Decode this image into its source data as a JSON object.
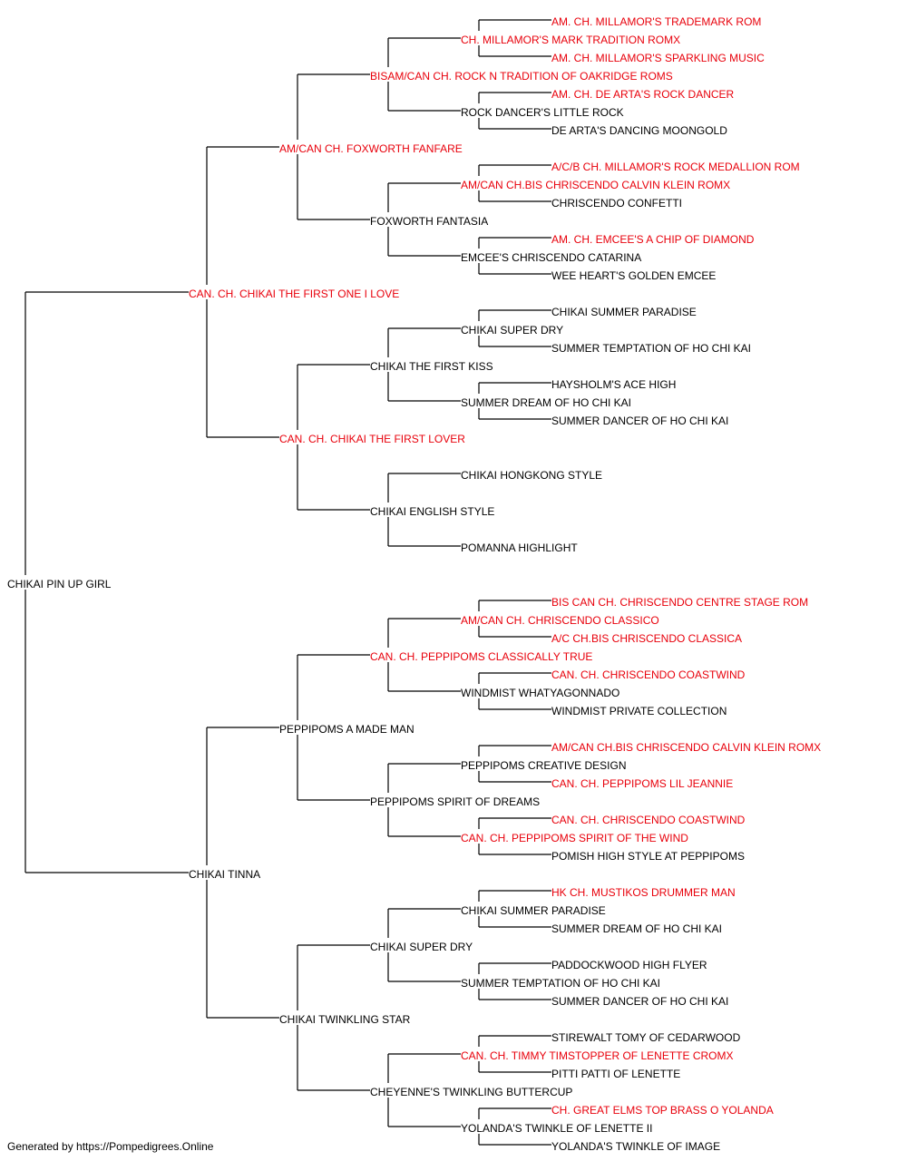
{
  "colors": {
    "champion": "#e8000b",
    "normal": "#000000",
    "line": "#000000"
  },
  "pedigree": {
    "name": "CHIKAI PIN UP GIRL",
    "champion": false,
    "sire": {
      "name": "CAN. CH. CHIKAI THE FIRST ONE I LOVE",
      "champion": true,
      "sire": {
        "name": "AM/CAN CH. FOXWORTH FANFARE",
        "champion": true,
        "sire": {
          "name": "BISAM/CAN CH. ROCK N TRADITION OF OAKRIDGE ROMS",
          "champion": true,
          "sire": {
            "name": "CH. MILLAMOR'S MARK TRADITION ROMX",
            "champion": true,
            "sire": {
              "name": "AM. CH. MILLAMOR'S TRADEMARK ROM",
              "champion": true
            },
            "dam": {
              "name": "AM. CH. MILLAMOR'S SPARKLING MUSIC",
              "champion": true
            }
          },
          "dam": {
            "name": "ROCK DANCER'S LITTLE ROCK",
            "champion": false,
            "sire": {
              "name": "AM. CH. DE ARTA'S ROCK DANCER",
              "champion": true
            },
            "dam": {
              "name": "DE ARTA'S DANCING MOONGOLD",
              "champion": false
            }
          }
        },
        "dam": {
          "name": "FOXWORTH FANTASIA",
          "champion": false,
          "sire": {
            "name": "AM/CAN CH.BIS CHRISCENDO CALVIN KLEIN ROMX",
            "champion": true,
            "sire": {
              "name": "A/C/B CH. MILLAMOR'S ROCK MEDALLION ROM",
              "champion": true
            },
            "dam": {
              "name": "CHRISCENDO CONFETTI",
              "champion": false
            }
          },
          "dam": {
            "name": "EMCEE'S CHRISCENDO CATARINA",
            "champion": false,
            "sire": {
              "name": "AM. CH. EMCEE'S A CHIP OF DIAMOND",
              "champion": true
            },
            "dam": {
              "name": "WEE HEART'S GOLDEN EMCEE",
              "champion": false
            }
          }
        }
      },
      "dam": {
        "name": "CAN. CH. CHIKAI THE FIRST LOVER",
        "champion": true,
        "sire": {
          "name": "CHIKAI THE FIRST KISS",
          "champion": false,
          "sire": {
            "name": "CHIKAI SUPER DRY",
            "champion": false,
            "sire": {
              "name": "CHIKAI SUMMER PARADISE",
              "champion": false
            },
            "dam": {
              "name": "SUMMER TEMPTATION OF HO CHI KAI",
              "champion": false
            }
          },
          "dam": {
            "name": "SUMMER DREAM OF HO CHI KAI",
            "champion": false,
            "sire": {
              "name": "HAYSHOLM'S ACE HIGH",
              "champion": false
            },
            "dam": {
              "name": "SUMMER DANCER OF HO CHI KAI",
              "champion": false
            }
          }
        },
        "dam": {
          "name": "CHIKAI ENGLISH STYLE",
          "champion": false,
          "sire": {
            "name": "CHIKAI HONGKONG STYLE",
            "champion": false
          },
          "dam": {
            "name": "POMANNA HIGHLIGHT",
            "champion": false
          }
        }
      }
    },
    "dam": {
      "name": "CHIKAI TINNA",
      "champion": false,
      "sire": {
        "name": "PEPPIPOMS A MADE MAN",
        "champion": false,
        "sire": {
          "name": "CAN. CH. PEPPIPOMS CLASSICALLY TRUE",
          "champion": true,
          "sire": {
            "name": "AM/CAN CH. CHRISCENDO CLASSICO",
            "champion": true,
            "sire": {
              "name": "BIS CAN CH. CHRISCENDO CENTRE STAGE ROM",
              "champion": true
            },
            "dam": {
              "name": "A/C CH.BIS CHRISCENDO CLASSICA",
              "champion": true
            }
          },
          "dam": {
            "name": "WINDMIST WHATYAGONNADO",
            "champion": false,
            "sire": {
              "name": "CAN. CH. CHRISCENDO COASTWIND",
              "champion": true
            },
            "dam": {
              "name": "WINDMIST PRIVATE COLLECTION",
              "champion": false
            }
          }
        },
        "dam": {
          "name": "PEPPIPOMS SPIRIT OF DREAMS",
          "champion": false,
          "sire": {
            "name": "PEPPIPOMS CREATIVE DESIGN",
            "champion": false,
            "sire": {
              "name": "AM/CAN CH.BIS CHRISCENDO CALVIN KLEIN ROMX",
              "champion": true
            },
            "dam": {
              "name": "CAN. CH. PEPPIPOMS LIL JEANNIE",
              "champion": true
            }
          },
          "dam": {
            "name": "CAN. CH. PEPPIPOMS SPIRIT OF THE WIND",
            "champion": true,
            "sire": {
              "name": "CAN. CH. CHRISCENDO COASTWIND",
              "champion": true
            },
            "dam": {
              "name": "POMISH HIGH STYLE AT PEPPIPOMS",
              "champion": false
            }
          }
        }
      },
      "dam": {
        "name": "CHIKAI TWINKLING STAR",
        "champion": false,
        "sire": {
          "name": "CHIKAI SUPER DRY",
          "champion": false,
          "sire": {
            "name": "CHIKAI SUMMER PARADISE",
            "champion": false,
            "sire": {
              "name": "HK CH. MUSTIKOS DRUMMER MAN",
              "champion": true
            },
            "dam": {
              "name": "SUMMER DREAM OF HO CHI KAI",
              "champion": false
            }
          },
          "dam": {
            "name": "SUMMER TEMPTATION OF HO CHI KAI",
            "champion": false,
            "sire": {
              "name": "PADDOCKWOOD HIGH FLYER",
              "champion": false
            },
            "dam": {
              "name": "SUMMER DANCER OF HO CHI KAI",
              "champion": false
            }
          }
        },
        "dam": {
          "name": "CHEYENNE'S TWINKLING BUTTERCUP",
          "champion": false,
          "sire": {
            "name": "CAN. CH. TIMMY TIMSTOPPER OF LENETTE CROMX",
            "champion": true,
            "sire": {
              "name": "STIREWALT TOMY OF CEDARWOOD",
              "champion": false
            },
            "dam": {
              "name": "PITTI PATTI OF LENETTE",
              "champion": false
            }
          },
          "dam": {
            "name": "YOLANDA'S TWINKLE OF LENETTE II",
            "champion": false,
            "sire": {
              "name": "CH. GREAT ELMS TOP BRASS O YOLANDA",
              "champion": true
            },
            "dam": {
              "name": "YOLANDA'S TWINKLE OF IMAGE",
              "champion": false
            }
          }
        }
      }
    }
  },
  "footer": "Generated by https://Pompedigrees.Online"
}
